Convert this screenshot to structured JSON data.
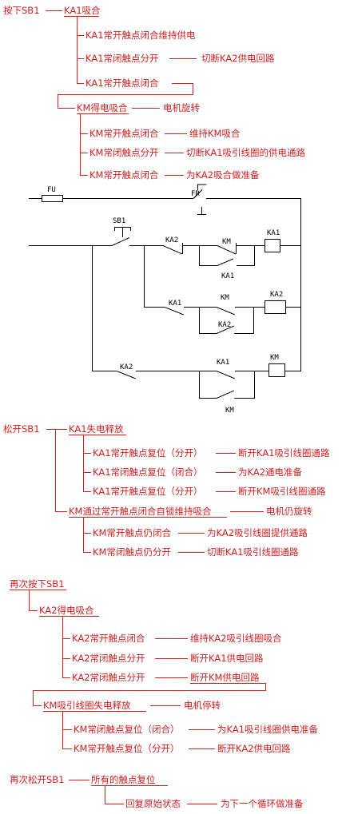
{
  "section1": {
    "head": "按下SB1",
    "ka1_pull": "KA1吸合",
    "items": [
      {
        "text": "KA1常开触点闭合维持供电"
      },
      {
        "text": "KA1常闭触点分开",
        "result": "切断KA2供电回路"
      },
      {
        "text": "KA1常开触点闭合"
      }
    ],
    "km_pull": "KM得电吸合",
    "km_result": "电机旋转",
    "sub": [
      {
        "text": "KM常开触点闭合",
        "result": "维持KM吸合"
      },
      {
        "text": "KM常闭触点分开",
        "result": "切断KA1吸引线圈的供电通路"
      },
      {
        "text": "KM常开触点闭合",
        "result": "为KA2吸合做准备"
      }
    ]
  },
  "circuit": {
    "fu": "FU",
    "fr": "FR",
    "sb1": "SB1",
    "ka2_a": "KA2",
    "km_a": "KM",
    "ka1_a": "KA1",
    "coil_ka1": "KA1",
    "ka1_b": "KA1",
    "km_b": "KM",
    "ka2_b": "KA2",
    "coil_ka2": "KA2",
    "ka2_c": "KA2",
    "ka1_c": "KA1",
    "km_c": "KM",
    "coil_km": "KM"
  },
  "section2": {
    "head": "松开SB1",
    "ka1_release": "KA1失电释放",
    "items": [
      {
        "text": "KA1常开触点复位（分开）",
        "result": "断开KA1吸引线圈通路"
      },
      {
        "text": "KA1常闭触点复位（闭合）",
        "result": "为KA2通电准备"
      },
      {
        "text": "KA1常开触点复位（分开）",
        "result": "断开KM吸引线圈通路"
      }
    ],
    "km_hold": "KM通过常开触点闭合自锁维持吸合",
    "km_result": "电机仍旋转",
    "sub": [
      {
        "text": "KM常开触点仍闭合",
        "result": "为KA2吸引线圈提供通路"
      },
      {
        "text": "KM常闭触点仍分开",
        "result": "切断KA1吸引线圈通路"
      }
    ]
  },
  "section3": {
    "head": "再次按下SB1",
    "ka2_pull": "KA2得电吸合",
    "items": [
      {
        "text": "KA2常开触点闭合",
        "result": "维持KA2吸引线圈吸合"
      },
      {
        "text": "KA2常闭触点分开",
        "result": "断开KA1供电回路"
      },
      {
        "text": "KA2常闭触点分开",
        "result": "断开KM供电回路"
      }
    ],
    "km_release": "KM吸引线圈失电释放",
    "km_result": "电机停转",
    "sub": [
      {
        "text": "KM常闭触点复位（闭合）",
        "result": "为KA1吸引线圈供电准备"
      },
      {
        "text": "KM常开触点复位（分开）",
        "result": "断开KA2供电回路"
      }
    ]
  },
  "section4": {
    "head": "再次松开SB1",
    "reset": "所有的触点复位",
    "restore": "回复原始状态",
    "result": "为下一个循环做准备"
  }
}
